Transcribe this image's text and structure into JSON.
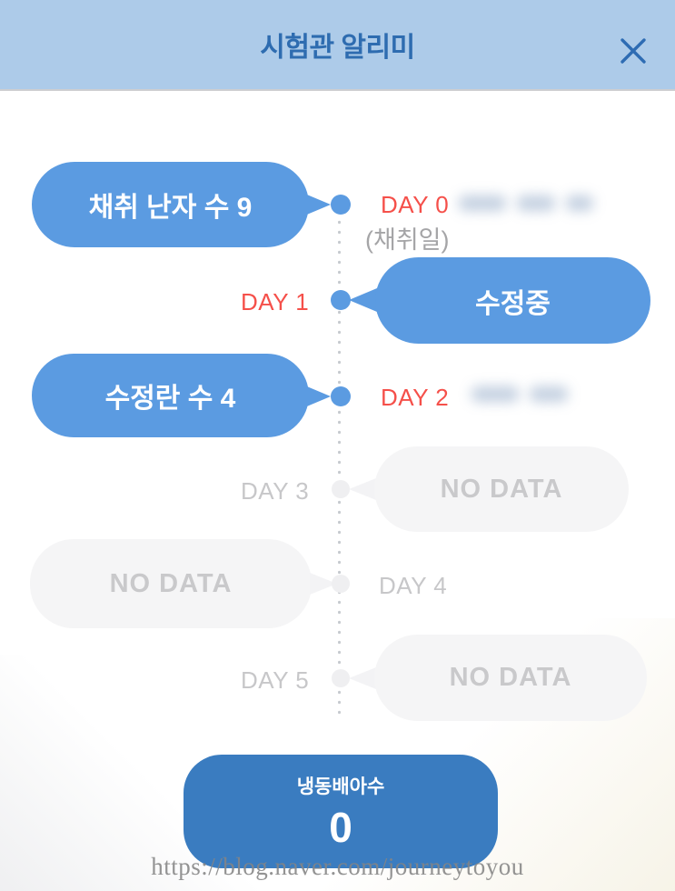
{
  "header": {
    "title": "시험관 알리미",
    "close_icon": "x-close"
  },
  "timeline": {
    "days": [
      {
        "label": "DAY 0",
        "sub": "(채취일)",
        "bubble": "채취 난자 수 9",
        "side": "left",
        "state": "active",
        "date_blurred": true
      },
      {
        "label": "DAY 1",
        "bubble": "수정중",
        "side": "right",
        "state": "active",
        "date_blurred": false
      },
      {
        "label": "DAY 2",
        "bubble": "수정란 수 4",
        "side": "left",
        "state": "active",
        "date_blurred": true
      },
      {
        "label": "DAY 3",
        "bubble": "NO DATA",
        "side": "right",
        "state": "empty",
        "date_blurred": false
      },
      {
        "label": "DAY 4",
        "bubble": "NO DATA",
        "side": "left",
        "state": "empty",
        "date_blurred": false
      },
      {
        "label": "DAY 5",
        "bubble": "NO DATA",
        "side": "right",
        "state": "empty",
        "date_blurred": false
      }
    ]
  },
  "summary": {
    "label": "냉동배아수",
    "value": "0"
  },
  "watermark": "https://blog.naver.com/journeytoyou",
  "colors": {
    "header_bg": "#adcbe9",
    "title_blue": "#2e6cb0",
    "bubble_blue": "#5b9be1",
    "button_blue": "#3a7cc0",
    "day_red": "#f5504a",
    "empty_gray": "#f5f5f6",
    "empty_text": "#c9c9cb"
  }
}
